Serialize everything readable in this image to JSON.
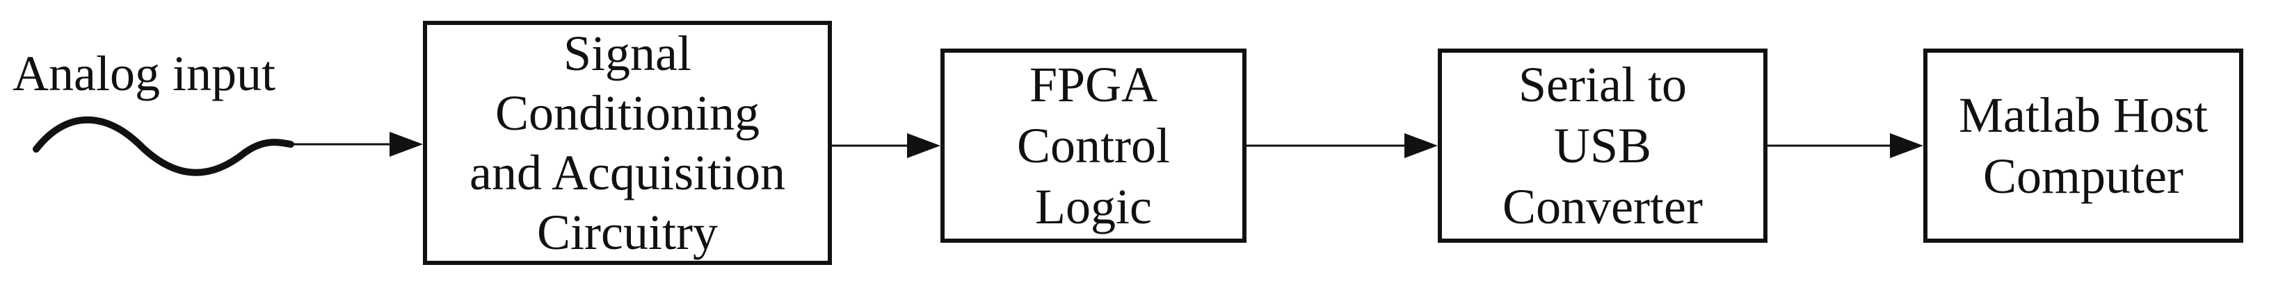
{
  "input": {
    "label": "Analog input",
    "icon": "sine-wave-icon"
  },
  "blocks": [
    {
      "lines": [
        "Signal",
        "Conditioning",
        "and Acquisition",
        "Circuitry"
      ]
    },
    {
      "lines": [
        "FPGA",
        "Control",
        "Logic"
      ]
    },
    {
      "lines": [
        "Serial to",
        "USB",
        "Converter"
      ]
    },
    {
      "lines": [
        "Matlab Host",
        "Computer"
      ]
    }
  ],
  "colors": {
    "stroke": "#111111",
    "background": "#ffffff"
  }
}
